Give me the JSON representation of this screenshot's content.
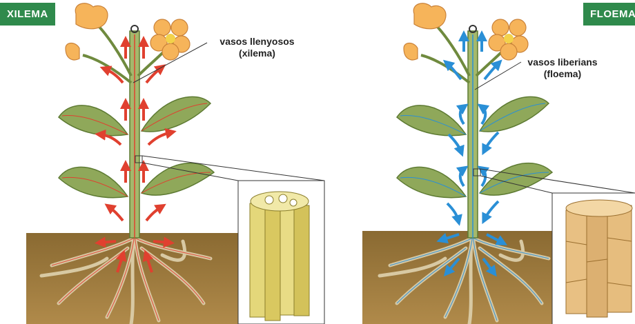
{
  "panels": {
    "xylem": {
      "title": "XILEMA",
      "callout_line1": "vasos llenyosos",
      "callout_line2": "(xilema)",
      "arrow_color": "#e0402f"
    },
    "phloem": {
      "title": "FLOEMA",
      "callout_line1": "vasos liberians",
      "callout_line2": "(floema)",
      "arrow_color": "#2a8fd6"
    }
  },
  "colors": {
    "label_background": "#2f8a4c",
    "soil": "#9b7a3e",
    "leaf": "#8fa85a",
    "flower": "#f6b45a"
  }
}
